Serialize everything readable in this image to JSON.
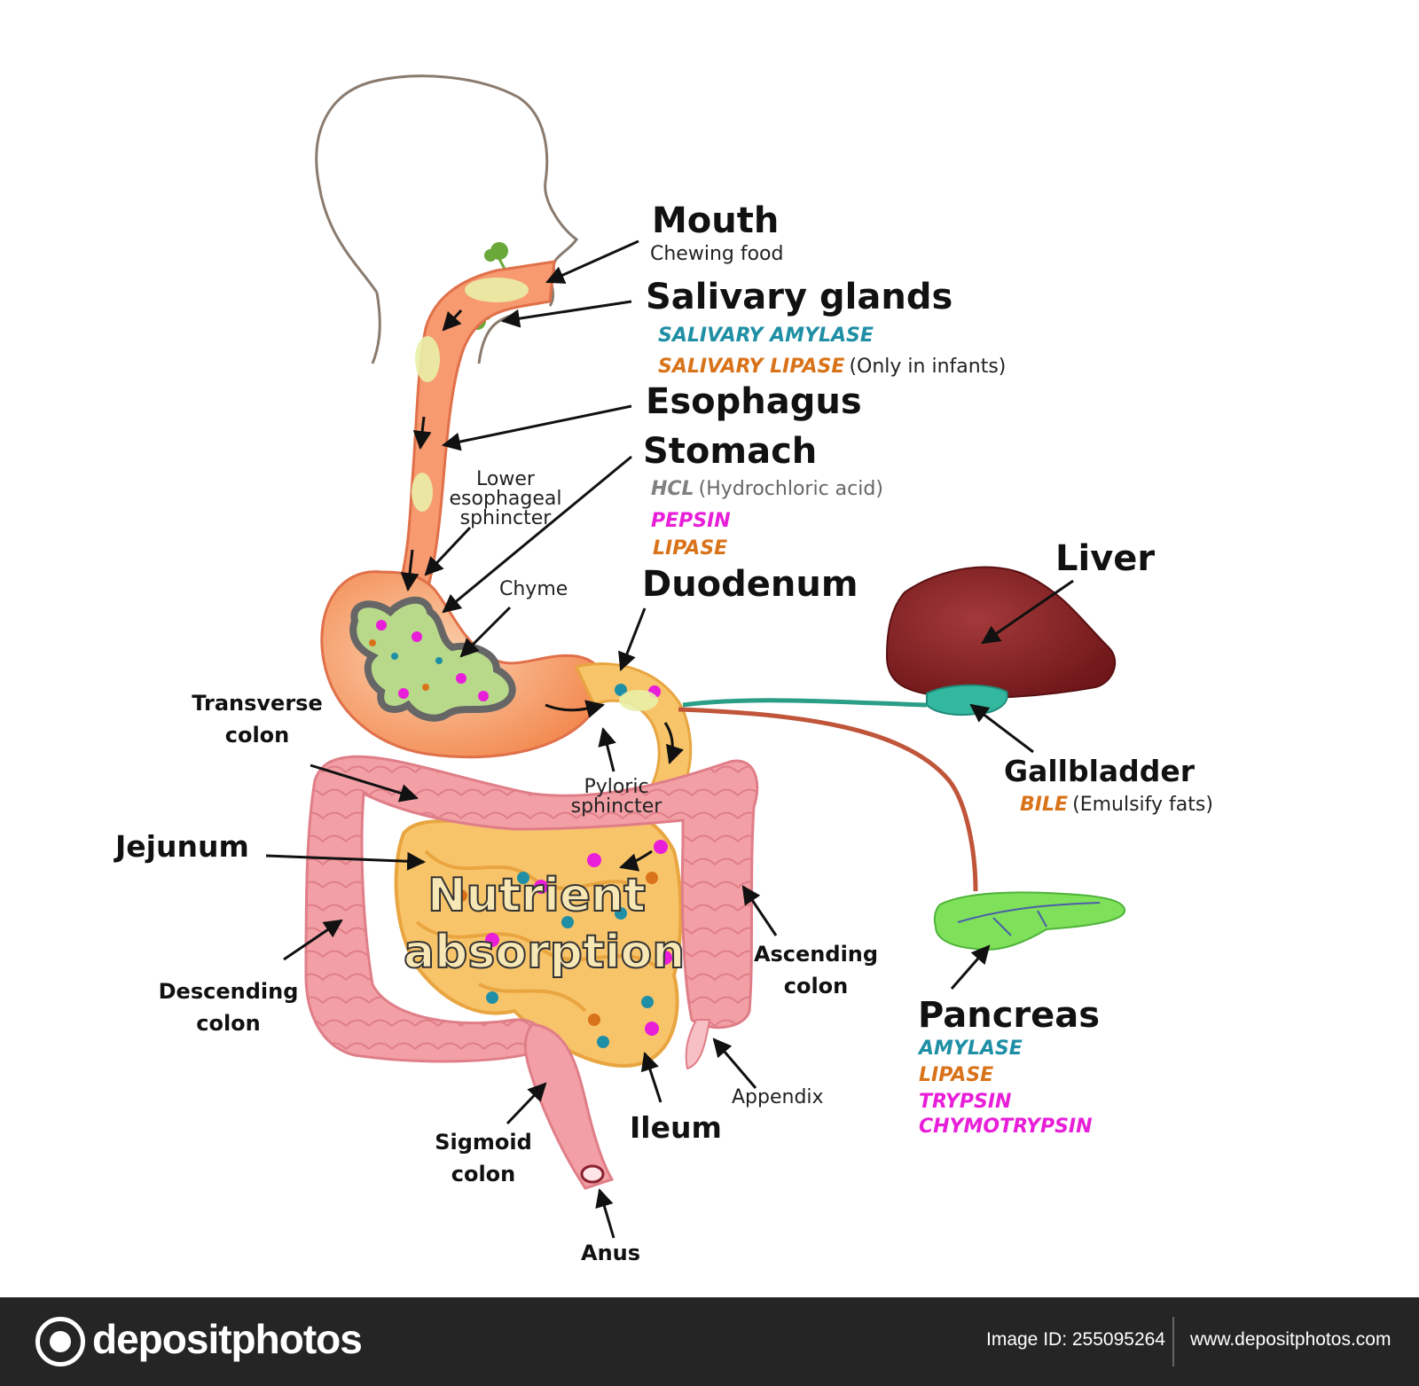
{
  "labels": {
    "mouth": "Mouth",
    "mouth_note": "Chewing food",
    "salivary": "Salivary glands",
    "salivary_amylase": "SALIVARY AMYLASE",
    "salivary_lipase": "SALIVARY LIPASE",
    "salivary_lipase_note": "(Only in infants)",
    "esophagus": "Esophagus",
    "stomach": "Stomach",
    "hcl": "HCL",
    "hcl_note": "(Hydrochloric acid)",
    "pepsin": "PEPSIN",
    "stomach_lipase": "LIPASE",
    "les_1": "Lower",
    "les_2": "esophageal",
    "les_3": "sphincter",
    "chyme": "Chyme",
    "duodenum": "Duodenum",
    "liver": "Liver",
    "gallbladder": "Gallbladder",
    "bile": "BILE",
    "bile_note": "(Emulsify fats)",
    "transverse_1": "Transverse",
    "transverse_2": "colon",
    "pyloric_1": "Pyloric",
    "pyloric_2": "sphincter",
    "jejunum": "Jejunum",
    "nutrient_1": "Nutrient",
    "nutrient_2": "absorption",
    "ascending_1": "Ascending",
    "ascending_2": "colon",
    "descending_1": "Descending",
    "descending_2": "colon",
    "pancreas": "Pancreas",
    "amylase": "AMYLASE",
    "pancreas_lipase": "LIPASE",
    "trypsin": "TRYPSIN",
    "chymotrypsin": "CHYMOTRYPSIN",
    "appendix": "Appendix",
    "ileum": "Ileum",
    "sigmoid_1": "Sigmoid",
    "sigmoid_2": "colon",
    "anus": "Anus"
  },
  "footer": {
    "brand": "depositphotos",
    "image_id": "Image ID: 255095264",
    "site": "www.depositphotos.com"
  },
  "colors": {
    "teal_enzyme": "#1f8fa5",
    "orange_enzyme": "#d9731a",
    "magenta_enzyme": "#e81ed8",
    "gray_enzyme": "#808080",
    "esophagus": "#f79a70",
    "stomach": "#f6a36e",
    "small_intestine": "#f8c46a",
    "colon": "#f2a0a6",
    "liver": "#8b2224",
    "gallbladder": "#33b8a0",
    "pancreas": "#7fe05a"
  }
}
